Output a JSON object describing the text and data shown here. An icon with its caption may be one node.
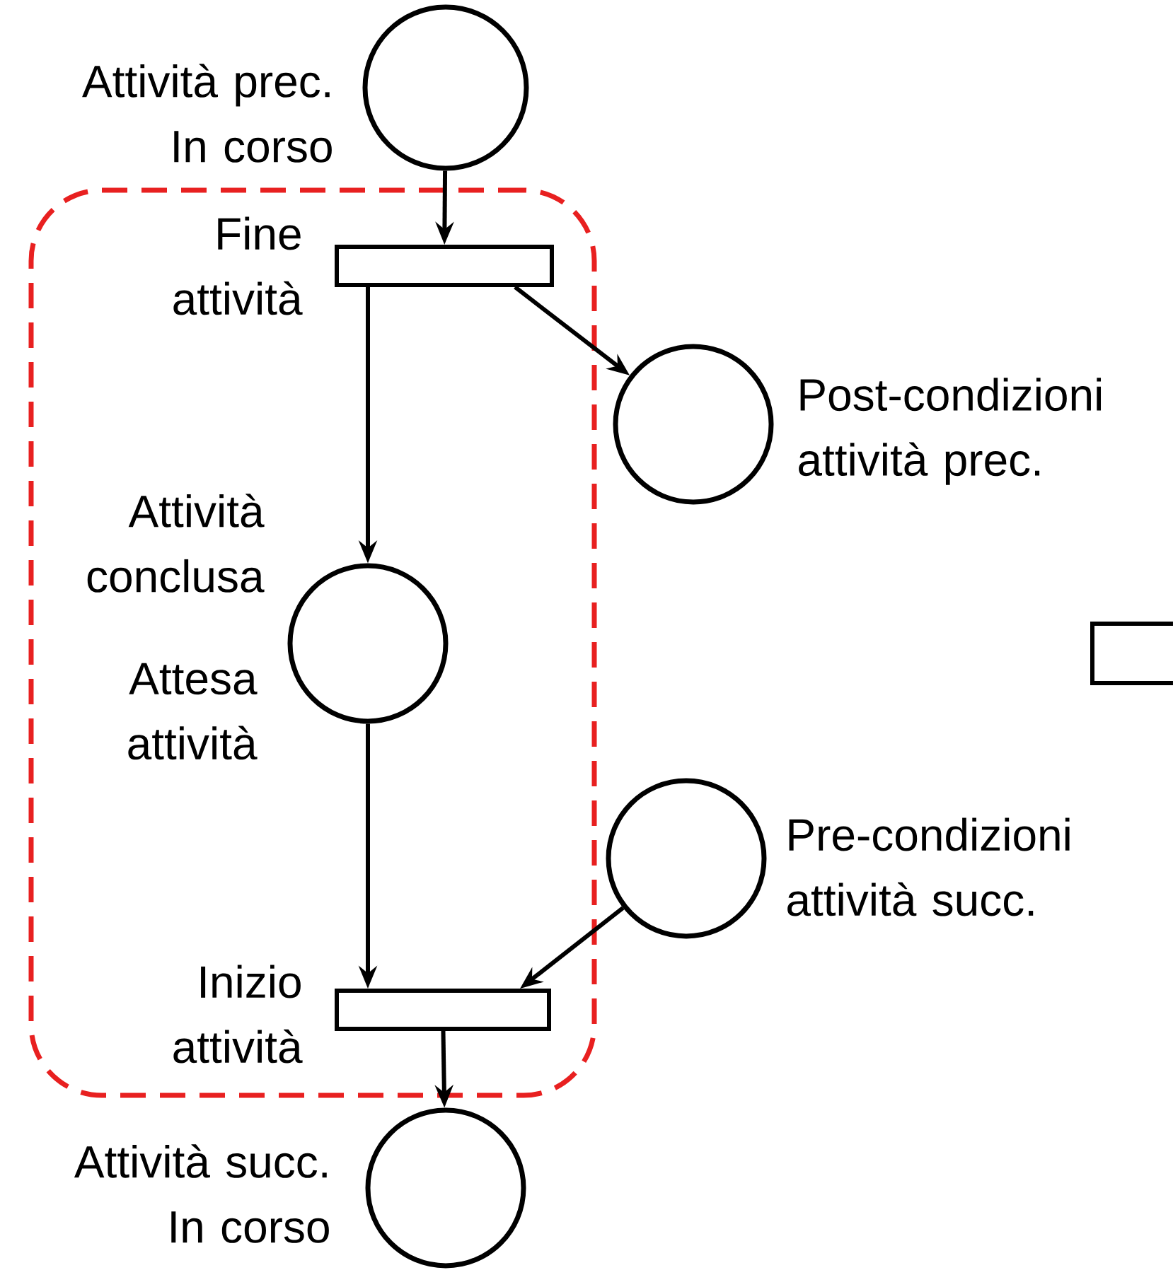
{
  "diagram": {
    "nodes": [
      {
        "text": [],
        "shape": "circle",
        "beside": [
          "Attività prec. In corso"
        ]
      },
      {
        "text": [],
        "shape": "box"
      },
      {
        "text": [],
        "shape": "bar",
        "in": 1,
        "beside": [
          "Fine attività"
        ]
      },
      {
        "text": [],
        "shape": "circle",
        "beside": [
          "Post-condizioni attività prec."
        ]
      },
      {
        "text": [],
        "shape": "circle",
        "in": 1,
        "beside": [
          "Attività conclusa",
          "Attesa attività"
        ]
      },
      {
        "text": [],
        "shape": "circle",
        "beside": [
          "Pre-condizioni attività succ."
        ]
      },
      {
        "text": [],
        "shape": "bar",
        "in": 1,
        "beside": [
          "Inizio attività"
        ]
      },
      {
        "text": [],
        "shape": "circle",
        "beside": [
          "Attività succ. In corso"
        ]
      },
      {
        "text": [],
        "shape": "bar"
      }
    ],
    "edges": [
      {
        "from": 0,
        "to": 2,
        "arrow": "to"
      },
      {
        "from": 2,
        "to": 3,
        "arrow": "to"
      },
      {
        "from": 2,
        "to": 4,
        "arrow": "to"
      },
      {
        "from": 4,
        "to": 6,
        "arrow": "to"
      },
      {
        "from": 5,
        "to": 6,
        "arrow": "to"
      },
      {
        "from": 6,
        "to": 7,
        "arrow": "to"
      }
    ]
  }
}
